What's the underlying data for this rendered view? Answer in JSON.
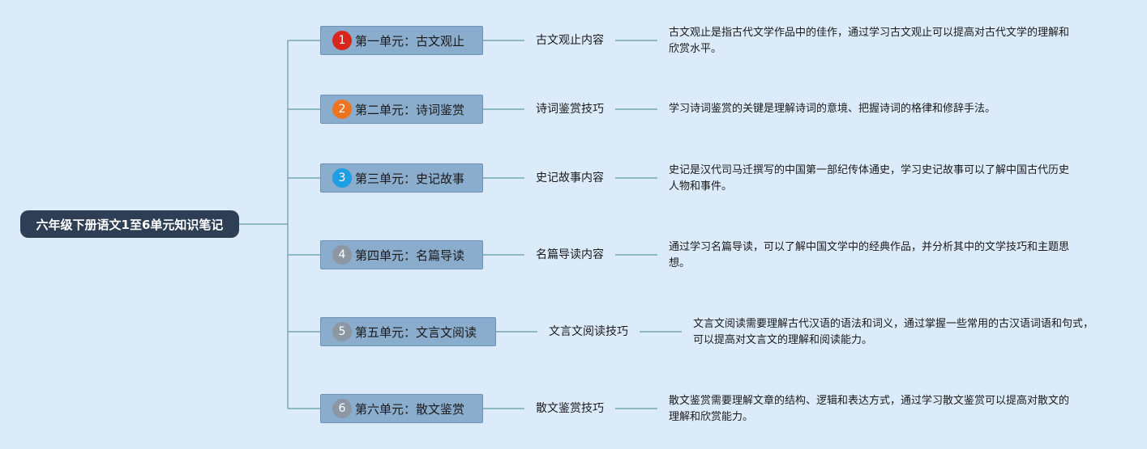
{
  "root": {
    "title": "六年级下册语文1至6单元知识笔记"
  },
  "units": [
    {
      "number": "1",
      "label": "第一单元：古文观止",
      "topic": "古文观止内容",
      "desc": "古文观止是指古代文学作品中的佳作，通过学习古文观止可以提高对古代文学的理解和欣赏水平。",
      "badge_color": "#d9261c"
    },
    {
      "number": "2",
      "label": "第二单元：诗词鉴赏",
      "topic": "诗词鉴赏技巧",
      "desc": "学习诗词鉴赏的关键是理解诗词的意境、把握诗词的格律和修辞手法。",
      "badge_color": "#ee7422"
    },
    {
      "number": "3",
      "label": "第三单元：史记故事",
      "topic": "史记故事内容",
      "desc": "史记是汉代司马迁撰写的中国第一部纪传体通史，学习史记故事可以了解中国古代历史人物和事件。",
      "badge_color": "#1e9ee3"
    },
    {
      "number": "4",
      "label": "第四单元：名篇导读",
      "topic": "名篇导读内容",
      "desc": "通过学习名篇导读，可以了解中国文学中的经典作品，并分析其中的文学技巧和主题思想。",
      "badge_color": "#8d97a3"
    },
    {
      "number": "5",
      "label": "第五单元：文言文阅读",
      "topic": "文言文阅读技巧",
      "desc": "文言文阅读需要理解古代汉语的语法和词义，通过掌握一些常用的古汉语词语和句式，可以提高对文言文的理解和阅读能力。",
      "badge_color": "#8d97a3"
    },
    {
      "number": "6",
      "label": "第六单元：散文鉴赏",
      "topic": "散文鉴赏技巧",
      "desc": "散文鉴赏需要理解文章的结构、逻辑和表达方式，通过学习散文鉴赏可以提高对散文的理解和欣赏能力。",
      "badge_color": "#8d97a3"
    }
  ],
  "colors": {
    "background": "#dcebfa",
    "root_fill": "#2e3e54",
    "unit_fill": "#8aaccd",
    "connector": "#5f9aa3"
  }
}
